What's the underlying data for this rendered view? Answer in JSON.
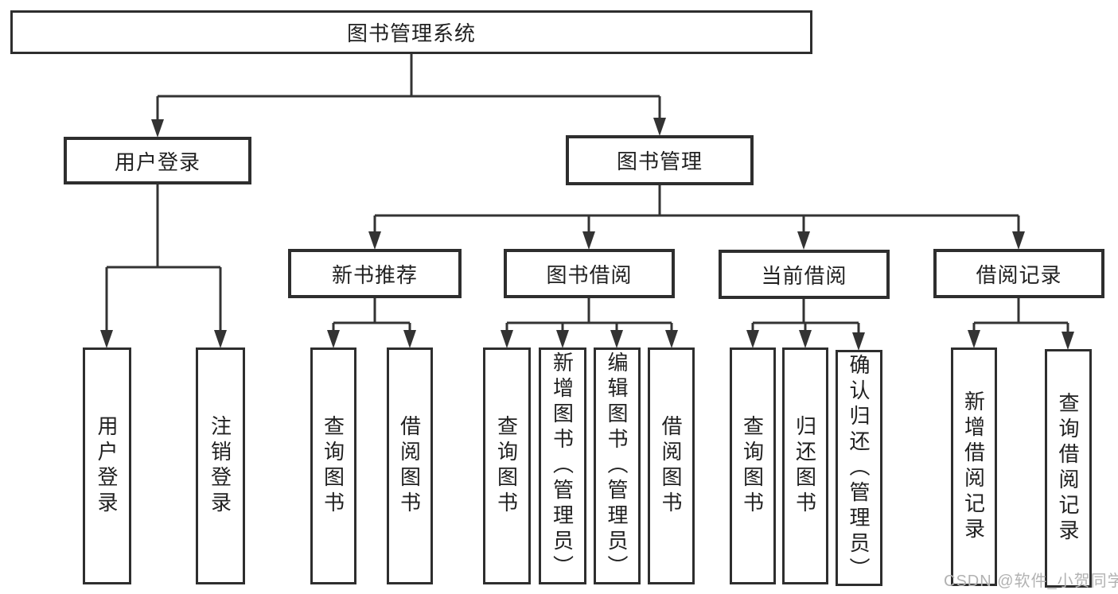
{
  "diagram": {
    "type": "hierarchy-tree",
    "title": "图书管理系统",
    "nodes": {
      "root": "图书管理系统",
      "user_login_branch": "用户登录",
      "book_management": "图书管理",
      "new_book_recommend": "新书推荐",
      "book_borrow": "图书借阅",
      "current_borrow": "当前借阅",
      "borrow_records": "借阅记录",
      "leaf_user_login": "用户登录",
      "leaf_logout": "注销登录",
      "leaf_recommend_query_books": "查询图书",
      "leaf_recommend_borrow_books": "借阅图书",
      "leaf_borrow_query_books": "查询图书",
      "leaf_borrow_add_books": "新增图书（管理员）",
      "leaf_borrow_edit_books": "编辑图书（管理员）",
      "leaf_borrow_borrow_books": "借阅图书",
      "leaf_current_query_books": "查询图书",
      "leaf_current_return_books": "归还图书",
      "leaf_current_confirm_return": "确认归还（管理员）",
      "leaf_records_add_record": "新增借阅记录",
      "leaf_records_query_record": "查询借阅记录"
    },
    "hierarchy": [
      {
        "parent": "图书管理系统",
        "children": [
          "用户登录",
          "图书管理"
        ]
      },
      {
        "parent": "用户登录",
        "children": [
          "用户登录",
          "注销登录"
        ]
      },
      {
        "parent": "图书管理",
        "children": [
          "新书推荐",
          "图书借阅",
          "当前借阅",
          "借阅记录"
        ]
      },
      {
        "parent": "新书推荐",
        "children": [
          "查询图书",
          "借阅图书"
        ]
      },
      {
        "parent": "图书借阅",
        "children": [
          "查询图书",
          "新增图书（管理员）",
          "编辑图书（管理员）",
          "借阅图书"
        ]
      },
      {
        "parent": "当前借阅",
        "children": [
          "查询图书",
          "归还图书",
          "确认归还（管理员）"
        ]
      },
      {
        "parent": "借阅记录",
        "children": [
          "新增借阅记录",
          "查询借阅记录"
        ]
      }
    ],
    "colors": {
      "line": "#333333",
      "box_border": "#2e2e2e",
      "box_fill": "#ffffff",
      "text": "#212121",
      "background": "#ffffff",
      "watermark": "#b2b2b2"
    },
    "watermark": "CSDN @软件_小贺同学"
  }
}
